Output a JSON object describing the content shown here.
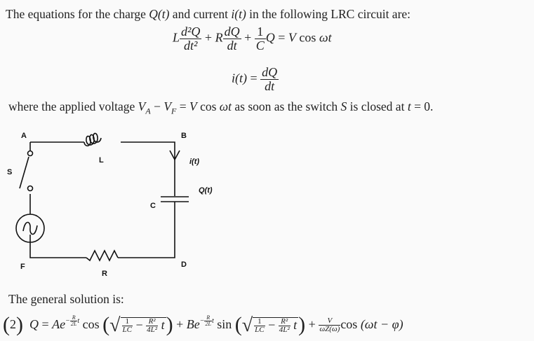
{
  "intro": {
    "prefix": "The equations for the charge ",
    "Q": "Q",
    "t": "(t)",
    "middle": " and current ",
    "i": "i",
    "t2": "(t)",
    "suffix": " in the following LRC circuit are:"
  },
  "equation1": {
    "L": "L",
    "num1": "d²Q",
    "den1": "dt²",
    "plus1": "+ ",
    "R": "R",
    "num2": "dQ",
    "den2": "dt",
    "plus2": "+",
    "num3": "1",
    "den3": "C",
    "Q": "Q",
    "eq": " = ",
    "V": "V",
    "cos": " cos ",
    "wt": "ωt"
  },
  "equation2": {
    "lhs": "i(t)",
    "eq": " = ",
    "num": "dQ",
    "den": "dt"
  },
  "where": {
    "prefix": "where the applied voltage ",
    "VA": "V",
    "A": "A",
    "minus": " − ",
    "VF": "V",
    "F": "F",
    "eq": " = ",
    "V": "V",
    "cos": " cos ",
    "wt": "ωt",
    "middle": " as soon as the switch ",
    "S": "S",
    "middle2": " is closed at ",
    "t": "t",
    "end": " = 0."
  },
  "diagram": {
    "labels": {
      "A": "A",
      "B": "B",
      "C": "C",
      "D": "D",
      "F": "F",
      "L": "L",
      "R": "R",
      "S": "S",
      "current": "i(t)",
      "charge": "Q(t)"
    }
  },
  "solution": {
    "heading": "The general solution is:",
    "eq_number": "2",
    "Q": "Q",
    "eq": " = ",
    "A": "A",
    "e": "e",
    "minus": "−",
    "exp_num": "R",
    "exp_den": "2L",
    "exp_t": "t",
    "cos": " cos ",
    "sqrt_num1": "1",
    "sqrt_den1": "LC",
    "sqrt_minus": " − ",
    "sqrt_num2": "R²",
    "sqrt_den2": "4L²",
    "t": "t",
    "plus": " + ",
    "B": "B",
    "sin": " sin ",
    "plus2": " + ",
    "forced_num": "V",
    "forced_den": "ωZ(ω)",
    "cos2": "cos",
    "phase": " (ωt − φ)"
  }
}
